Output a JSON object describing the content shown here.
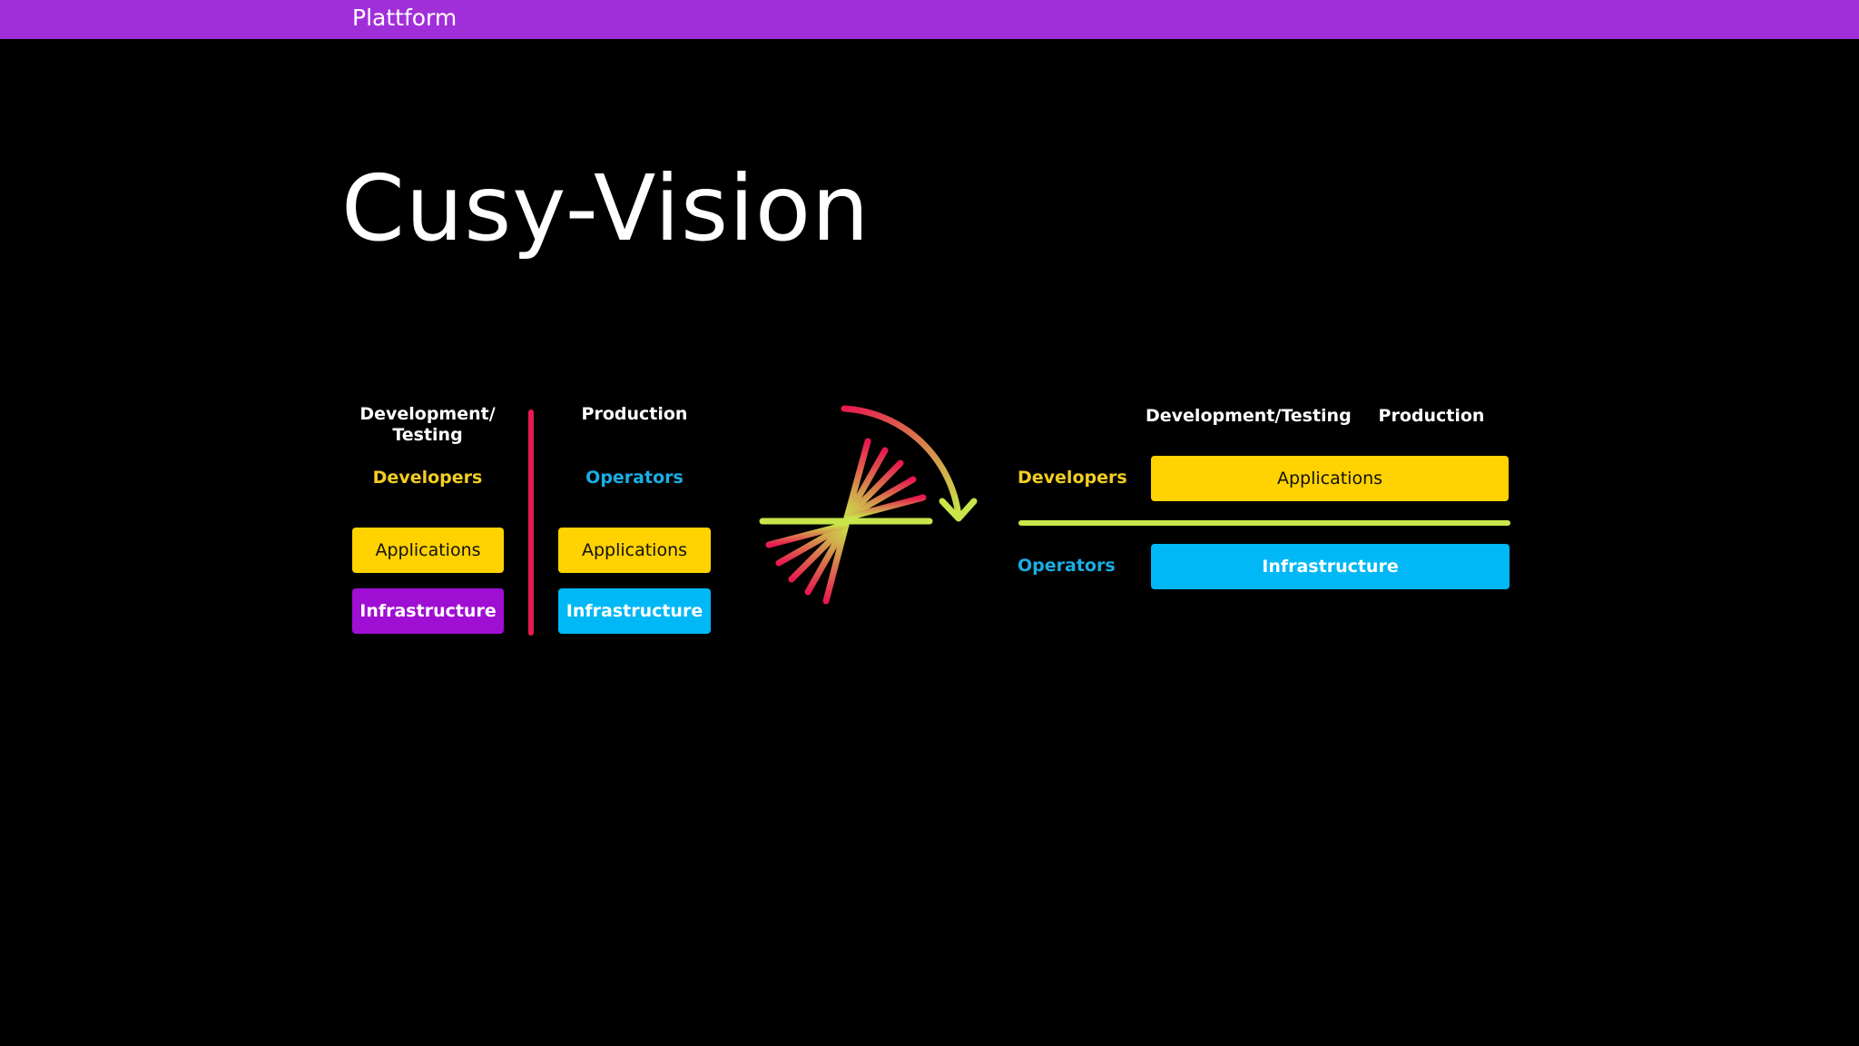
{
  "header": {
    "label": "Plattform"
  },
  "page": {
    "title": "Cusy-Vision"
  },
  "left_diagram": {
    "col_dev_label": "Development/\nTesting",
    "col_prod_label": "Production",
    "dev_role": "Developers",
    "prod_role": "Operators",
    "dev_applications": "Applications",
    "dev_infrastructure": "Infrastructure",
    "prod_applications": "Applications",
    "prod_infrastructure": "Infrastructure"
  },
  "right_diagram": {
    "col_dev_label": "Development/Testing",
    "col_prod_label": "Production",
    "row_dev_role": "Developers",
    "row_ops_role": "Operators",
    "applications": "Applications",
    "infrastructure": "Infrastructure"
  },
  "colors": {
    "topbar": "#a12fd9",
    "yellow": "#ffd200",
    "purple": "#9f0fd3",
    "cyan": "#00b8f5",
    "red": "#e8194f",
    "lime": "#c8e64a",
    "developers_text": "#f3cd22",
    "operators_text": "#1aaee5"
  },
  "icons": {
    "logo": "cusy-logo-icon"
  }
}
